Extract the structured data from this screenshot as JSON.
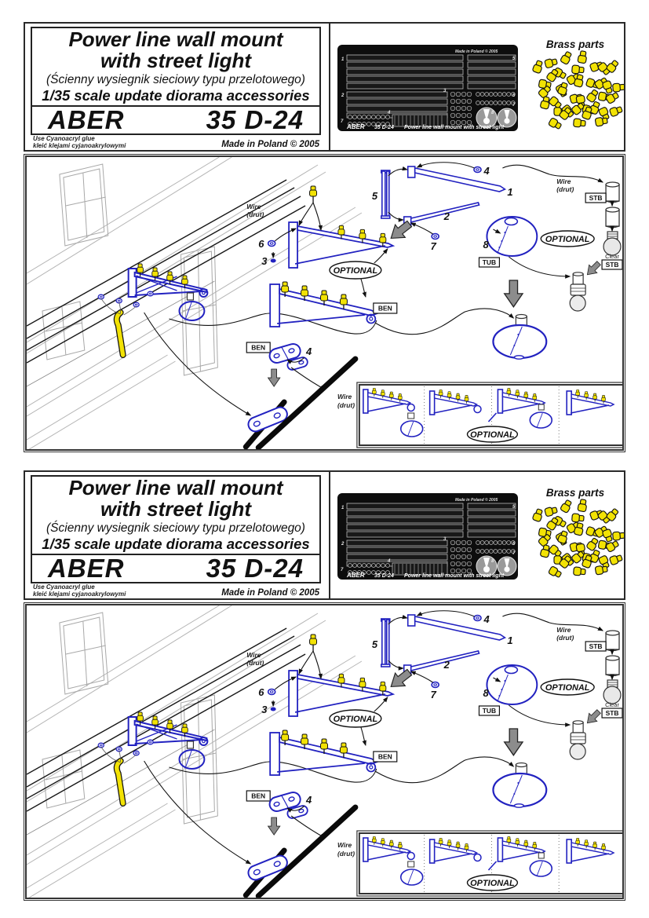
{
  "panel": {
    "header": {
      "title_line1": "Power line wall mount",
      "title_line2": "with street light",
      "subtitle": "(Ścienny wysiegnik sieciowy typu przelotowego)",
      "scale_line": "1/35 scale update diorama accessories",
      "brand": "ABER",
      "code": "35 D-24",
      "glue_en": "Use Cyanoacryl glue",
      "glue_pl": "kleić klejami cyjanoakrylowymi",
      "made_in": "Made in Poland  © 2005",
      "brass_label": "Brass parts",
      "fret_made_in": "Made in Poland  © 2005",
      "fret_brand": "ABER",
      "fret_code": "35 D-24",
      "fret_caption": "Power line wall mount with street light"
    },
    "diagram": {
      "wire_en": "Wire",
      "wire_pl": "(drut)",
      "optional": "OPTIONAL",
      "ben": "BEN",
      "tub": "TUB",
      "stb": "STB",
      "clear": "Clear",
      "parts": {
        "p1": "1",
        "p2": "2",
        "p3": "3",
        "p4": "4",
        "p5": "5",
        "p6": "6",
        "p7": "7",
        "p8": "8"
      }
    }
  },
  "colors": {
    "part_blue": "#2222c0",
    "insulator_yellow": "#f2e204",
    "arrow_gray": "#8c8c8c",
    "fret_black": "#0d0d0d"
  }
}
